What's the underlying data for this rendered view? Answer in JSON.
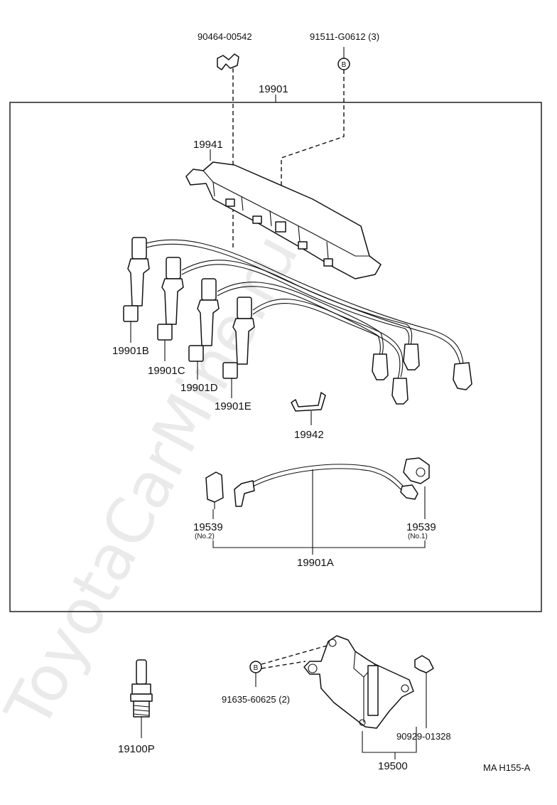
{
  "watermark": "ToyotaCarMine.ru",
  "diagram_code": "MA H155-A",
  "labels": {
    "clip_top": "90464-00542",
    "bolt_top": "91511-G0612 (3)",
    "set_main": "19901",
    "holder": "19941",
    "cord_b": "19901B",
    "cord_c": "19901C",
    "cord_d": "19901D",
    "cord_e": "19901E",
    "clamp": "19942",
    "plug_left": "19539",
    "plug_left_no": "(No.2)",
    "plug_right": "19539",
    "plug_right_no": "(No.1)",
    "cord_a": "19901A",
    "spark_plug": "19100P",
    "bolt_bottom": "91635-60625 (2)",
    "clip_bottom": "90929-01328",
    "igniter": "19500"
  },
  "callouts": {
    "bolt_marker": "B"
  }
}
